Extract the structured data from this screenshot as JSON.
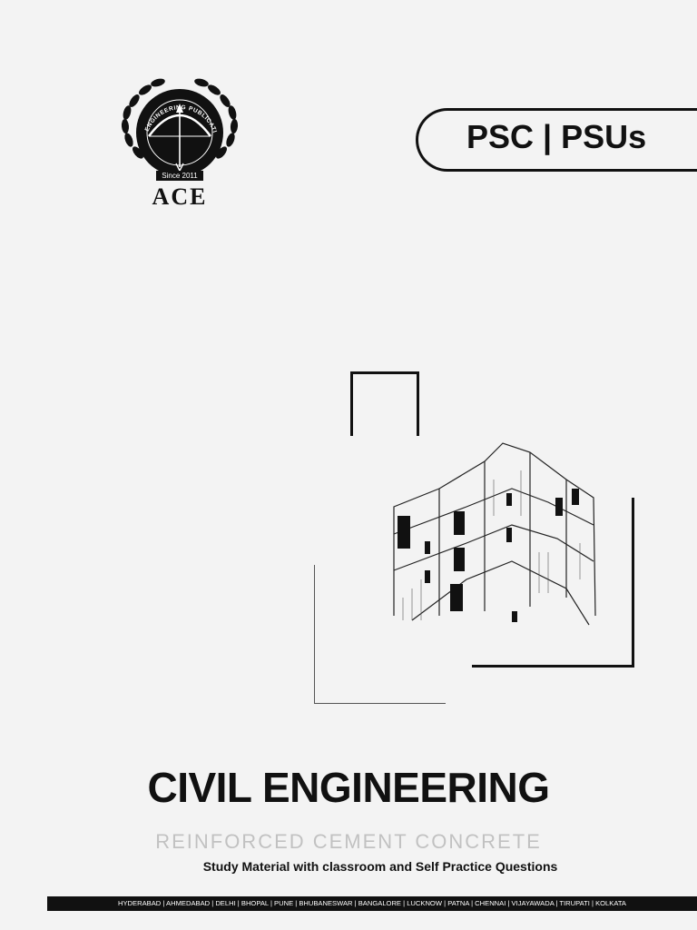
{
  "logo": {
    "arc_text": "ACE ENGINEERING PUBLICATIONS",
    "since": "Since 2011",
    "name": "ACE"
  },
  "category": "PSC | PSUs",
  "title": "CIVIL ENGINEERING",
  "subtitle": "REINFORCED CEMENT CONCRETE",
  "tagline": "Study Material with classroom and Self Practice Questions",
  "footer": "HYDERABAD | AHMEDABAD | DELHI | BHOPAL | PUNE | BHUBANESWAR | BANGALORE | LUCKNOW | PATNA | CHENNAI | VIJAYAWADA | TIRUPATI | KOLKATA",
  "colors": {
    "ink": "#111111",
    "paper": "#f3f3f3"
  }
}
